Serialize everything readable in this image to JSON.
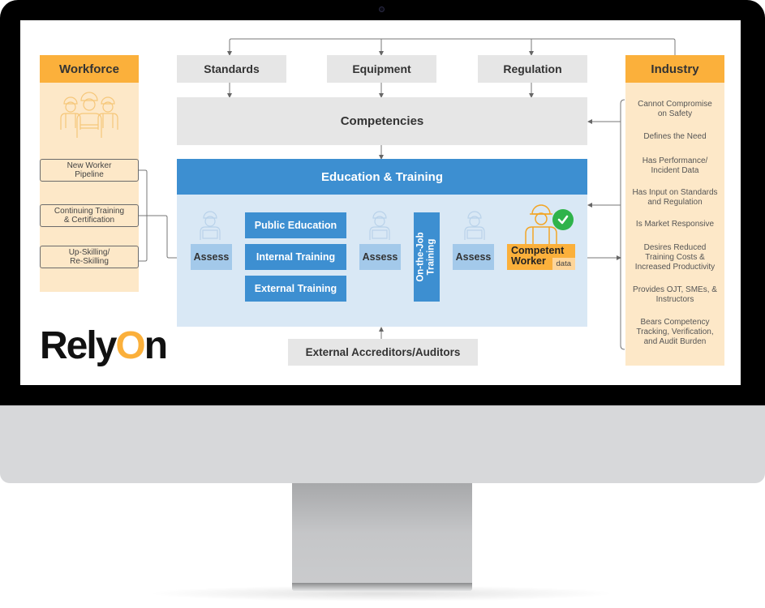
{
  "diagram": {
    "workforce": {
      "title": "Workforce",
      "icon": "workers-group-icon",
      "items": [
        {
          "label_line1": "New Worker",
          "label_line2": "Pipeline"
        },
        {
          "label_line1": "Continuing Training",
          "label_line2": "& Certification"
        },
        {
          "label_line1": "Up-Skilling/",
          "label_line2": "Re-Skilling"
        }
      ]
    },
    "top_boxes": [
      {
        "label": "Standards"
      },
      {
        "label": "Equipment"
      },
      {
        "label": "Regulation"
      }
    ],
    "competencies": {
      "label": "Competencies"
    },
    "education_training": {
      "title": "Education & Training",
      "assess_label": "Assess",
      "programs": [
        {
          "label": "Public Education"
        },
        {
          "label": "Internal Training"
        },
        {
          "label": "External Training"
        }
      ],
      "ojt": {
        "line1": "On-the-Job",
        "line2": "Training"
      },
      "competent_worker": {
        "line1": "Competent",
        "line2": "Worker",
        "tag": "data"
      }
    },
    "external_accreditors": {
      "label": "External Accreditors/Auditors"
    },
    "industry": {
      "title": "Industry",
      "items": [
        {
          "line1": "Cannot Compromise",
          "line2": "on Safety",
          "line3": ""
        },
        {
          "line1": "Defines the Need",
          "line2": "",
          "line3": ""
        },
        {
          "line1": "Has Performance/",
          "line2": "Incident Data",
          "line3": ""
        },
        {
          "line1": "Has Input on Standards",
          "line2": "and Regulation",
          "line3": ""
        },
        {
          "line1": "Is Market Responsive",
          "line2": "",
          "line3": ""
        },
        {
          "line1": "Desires Reduced",
          "line2": "Training Costs &",
          "line3": "Increased Productivity"
        },
        {
          "line1": "Provides OJT, SMEs, &",
          "line2": "Instructors",
          "line3": ""
        },
        {
          "line1": "Bears Competency",
          "line2": "Tracking, Verification,",
          "line3": "and Audit Burden"
        }
      ]
    },
    "logo": {
      "part1": "Rely",
      "part2": "O",
      "part3": "n"
    }
  },
  "colors": {
    "orange": "#fbb03b",
    "cream": "#fde8c8",
    "blue": "#3d8fd1",
    "light_blue": "#d9e8f5",
    "assess_blue": "#a3c9ea",
    "grey": "#e6e6e6",
    "green_check": "#2fb34a"
  }
}
